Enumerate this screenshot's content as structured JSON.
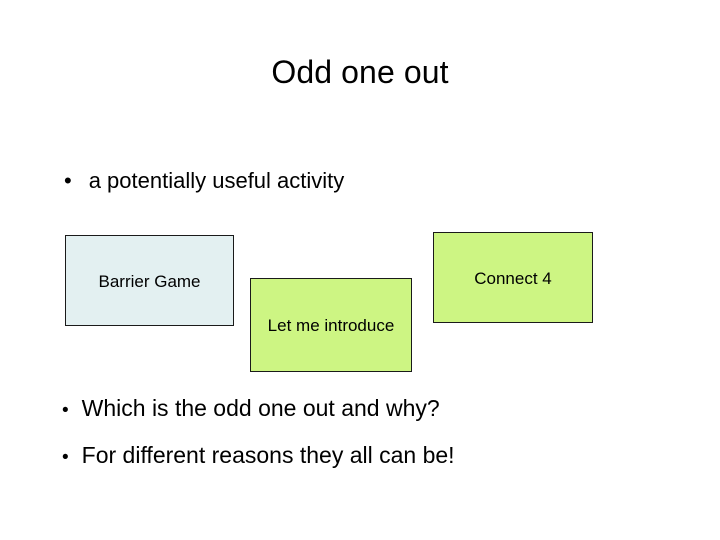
{
  "slide": {
    "title": "Odd one out",
    "background_color": "#ffffff",
    "text_color": "#000000",
    "bullets_top": [
      {
        "marker": "•",
        "text": "a potentially useful activity"
      }
    ],
    "bullets_bottom": [
      {
        "marker": "•",
        "text": "Which is the odd one out and why?"
      },
      {
        "marker": "•",
        "text": "For different reasons they all can be!"
      }
    ],
    "shapes": [
      {
        "id": "barrier-game",
        "label": "Barrier Game",
        "fill_color": "#e3f0f1",
        "border_color": "#1a1a1a"
      },
      {
        "id": "let-me-introduce",
        "label": "Let me introduce",
        "fill_color": "#cdf583",
        "border_color": "#1a1a1a"
      },
      {
        "id": "connect-4",
        "label": "Connect 4",
        "fill_color": "#cdf583",
        "border_color": "#1a1a1a"
      }
    ]
  }
}
